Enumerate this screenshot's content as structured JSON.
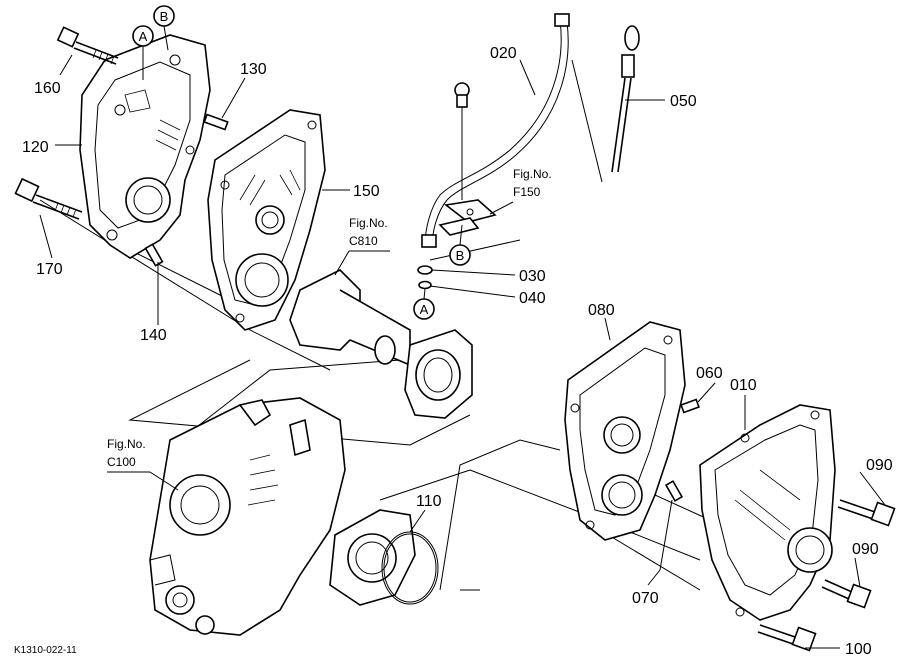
{
  "part_labels": {
    "p010": "010",
    "p020": "020",
    "p030": "030",
    "p040": "040",
    "p050": "050",
    "p060": "060",
    "p070": "070",
    "p080": "080",
    "p090a": "090",
    "p090b": "090",
    "p100": "100",
    "p110": "110",
    "p120": "120",
    "p130": "130",
    "p140": "140",
    "p150": "150",
    "p160": "160",
    "p170": "170"
  },
  "callouts": {
    "a_top": "A",
    "b_top": "B",
    "b_mid": "B",
    "a_mid": "A"
  },
  "figure_refs": {
    "f150_line1": "Fig.No.",
    "f150_line2": "F150",
    "c810_line1": "Fig.No.",
    "c810_line2": "C810",
    "c100_line1": "Fig.No.",
    "c100_line2": "C100"
  },
  "drawing_code": "K1310-022-11"
}
